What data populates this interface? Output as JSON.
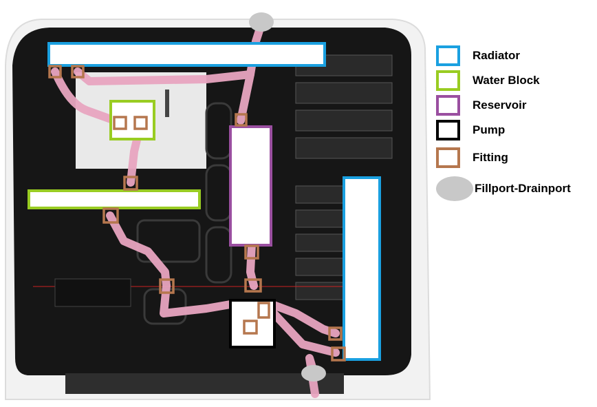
{
  "colors": {
    "radiator": "#1aa0e0",
    "water_block": "#99cc22",
    "reservoir": "#9a4fa0",
    "pump": "#000000",
    "fitting": "#b5774e",
    "port": "#c8c8c8",
    "tubing": "#e8a5c0"
  },
  "legend": [
    {
      "key": "radiator",
      "label": "Radiator"
    },
    {
      "key": "water_block",
      "label": "Water Block"
    },
    {
      "key": "reservoir",
      "label": "Reservoir"
    },
    {
      "key": "pump",
      "label": "Pump"
    },
    {
      "key": "fitting",
      "label": "Fitting"
    },
    {
      "key": "port",
      "label": "Fillport-Drainport"
    }
  ]
}
